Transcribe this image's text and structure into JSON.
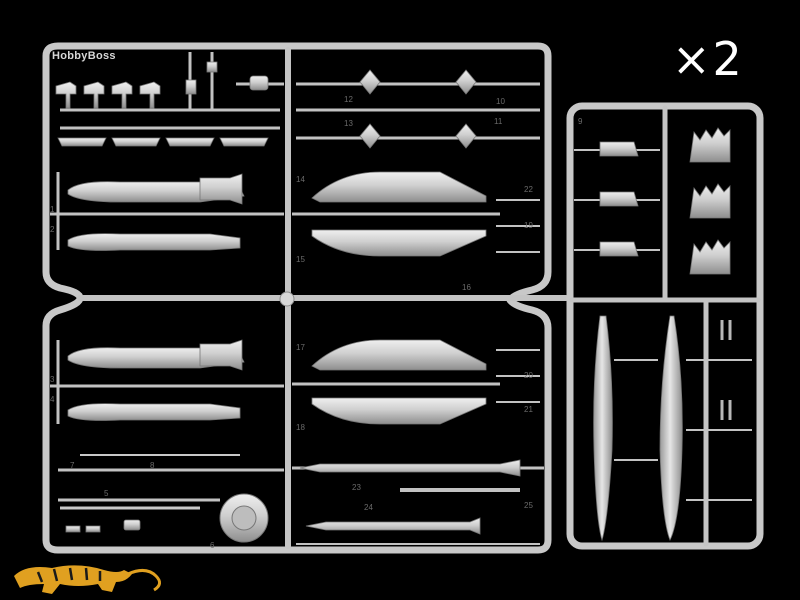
{
  "image": {
    "multiplier_text": "×2",
    "brand_text": "HobbyBoss",
    "logo_icon": "tiger-logo-icon",
    "colors": {
      "background": "#000000",
      "plastic_light": "#d9d9d9",
      "plastic_mid": "#b8b8b8",
      "plastic_dark": "#8a8a8a"
    },
    "part_numbers": [
      "1",
      "2",
      "3",
      "4",
      "5",
      "6",
      "7",
      "8",
      "9",
      "10",
      "11",
      "12",
      "13",
      "14",
      "15",
      "16",
      "17",
      "18",
      "19",
      "20",
      "21",
      "22",
      "23",
      "24",
      "25"
    ]
  }
}
